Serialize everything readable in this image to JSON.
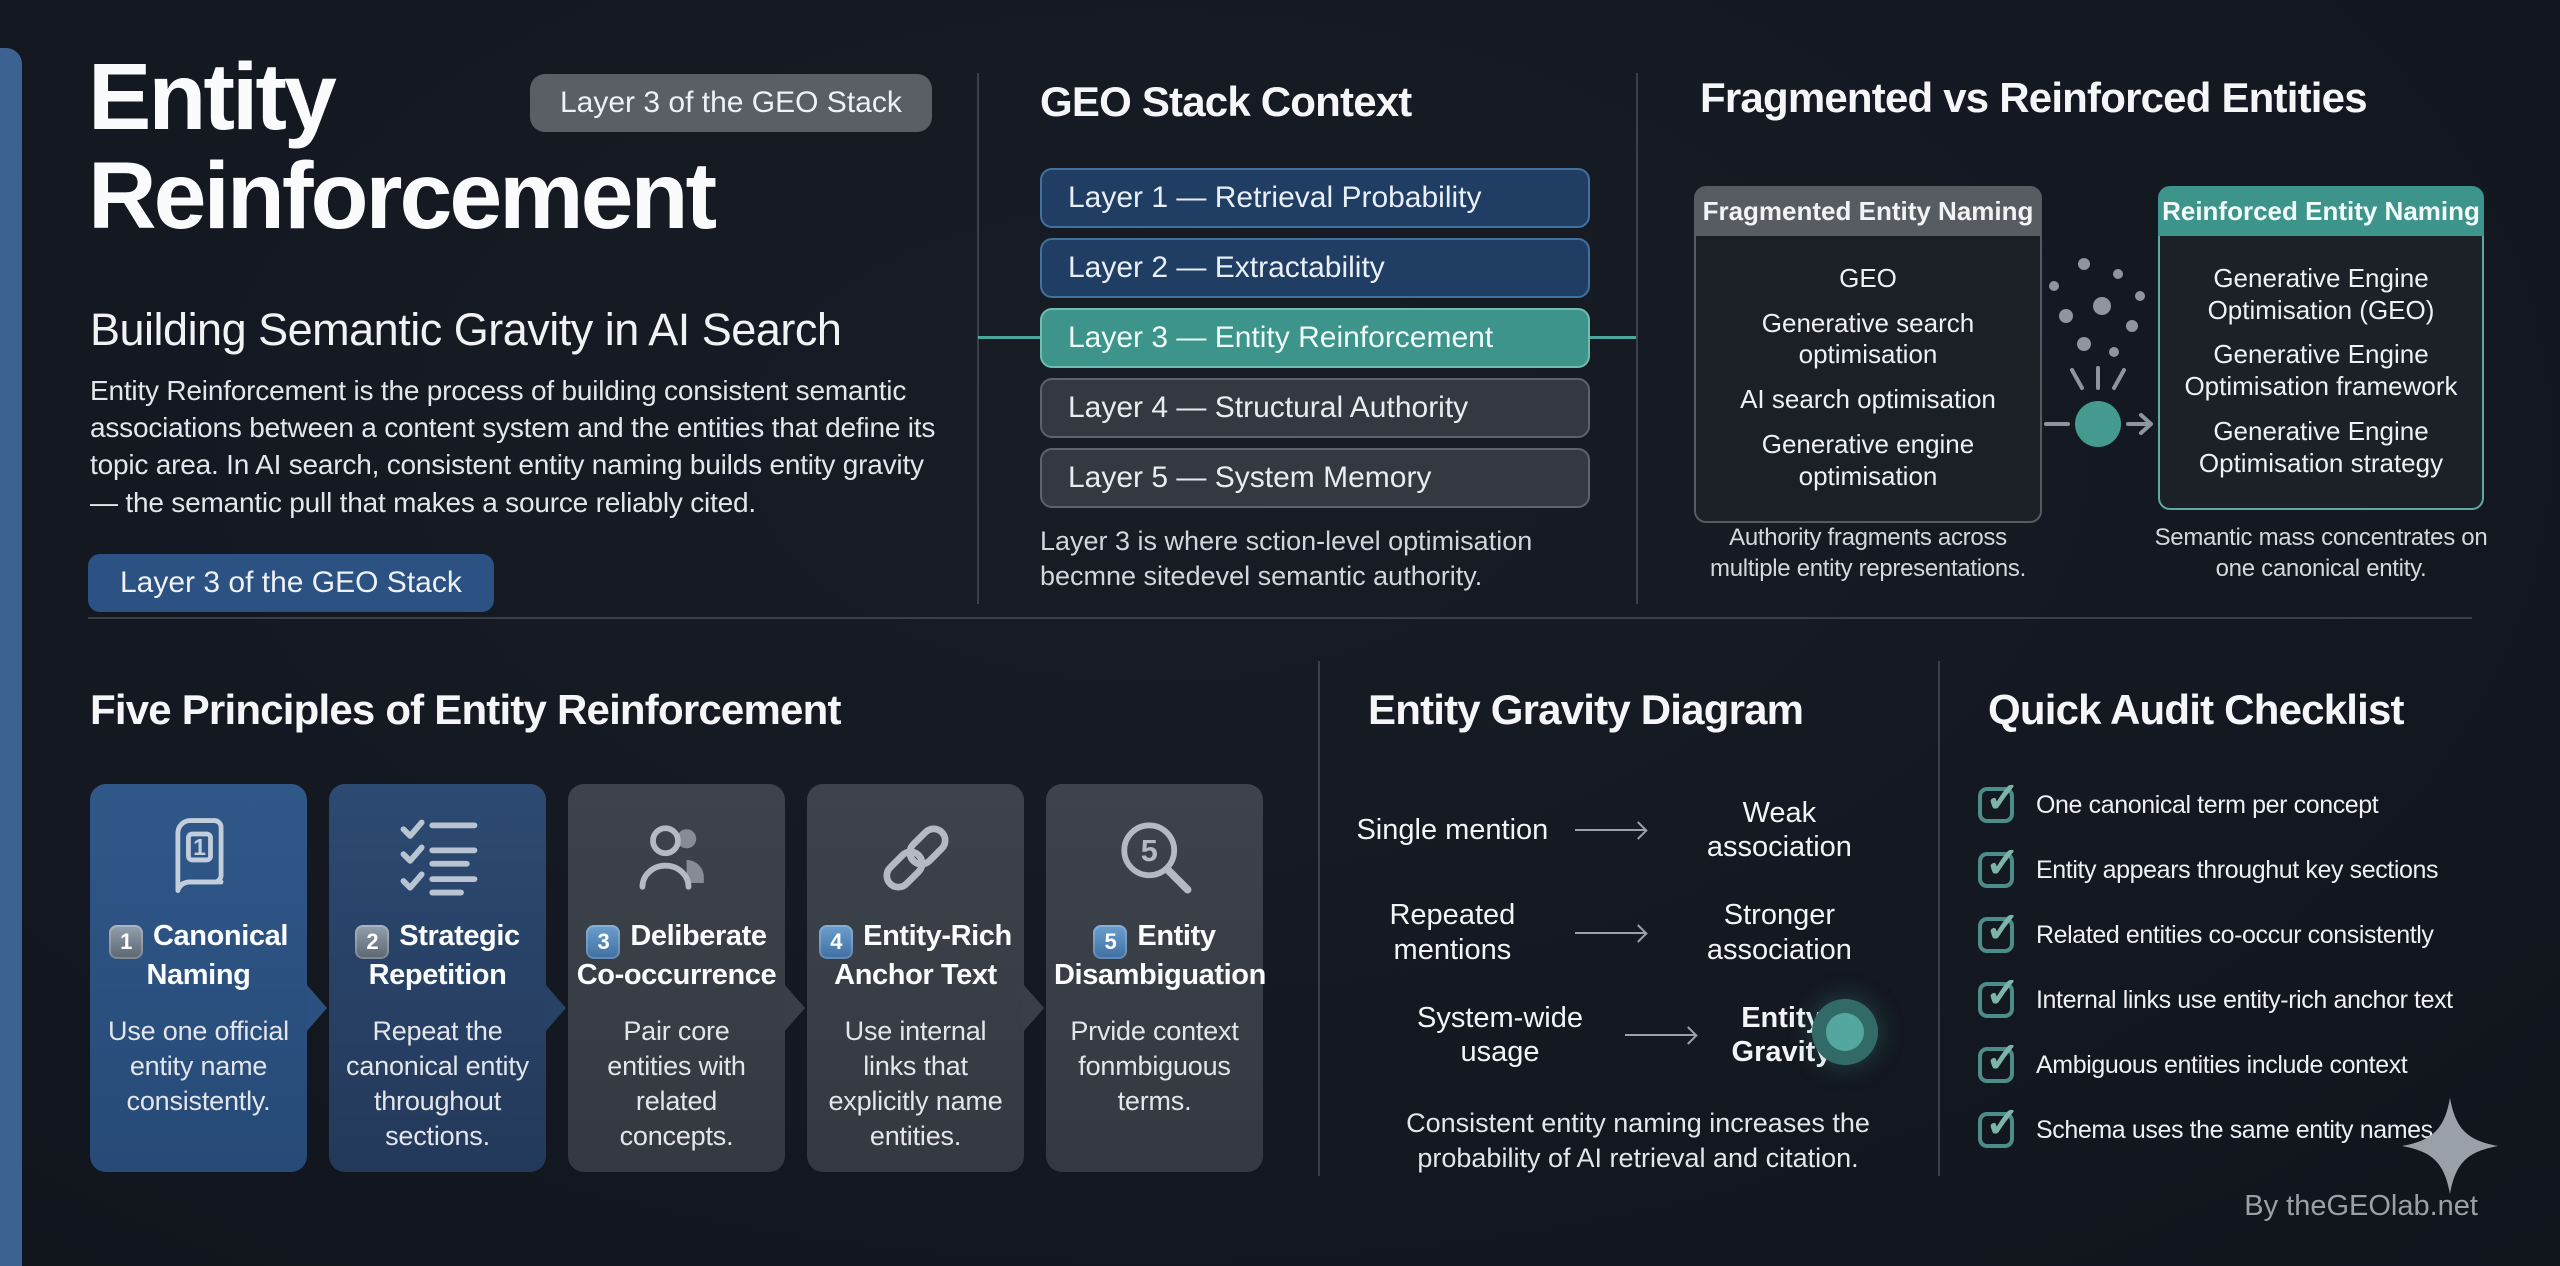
{
  "colors": {
    "background": "#141821",
    "accent_teal": "#3d948b",
    "accent_blue": "#2d5586",
    "panel_grey": "#575c63",
    "accent_bar_blue": "#3c6292"
  },
  "header": {
    "title_line1": "Entity",
    "title_line2": "Reinforcement",
    "subtitle": "Building Semantic Gravity in AI Search",
    "top_badge": "Layer 3 of the GEO Stack",
    "intro": "Entity Reinforcement is the process of building consistent semantic associations between a content system and the entities that define its topic area. In AI search, consistent entity naming builds entity gravity — the semantic pull that makes a source reliably cited.",
    "bottom_badge": "Layer 3 of the GEO Stack"
  },
  "stack": {
    "heading": "GEO Stack Context",
    "layers": [
      {
        "label": "Layer 1 — Retrieval Probability",
        "style": "blue"
      },
      {
        "label": "Layer 2 — Extractability",
        "style": "blue"
      },
      {
        "label": "Layer 3 — Entity Reinforcement",
        "style": "teal-highlighted"
      },
      {
        "label": "Layer 4 — Structural Authority",
        "style": "grey"
      },
      {
        "label": "Layer 5 — System Memory",
        "style": "grey"
      }
    ],
    "note": "Layer 3 is where sction-level optimisation becmne sitedevel semantic authority."
  },
  "entities": {
    "heading": "Fragmented vs Reinforced Entities",
    "fragmented": {
      "header": "Fragmented Entity Naming",
      "items": [
        "GEO",
        "Generative search optimisation",
        "AI search optimisation",
        "Generative engine optimisation"
      ],
      "caption": "Authority fragments across multiple entity representations."
    },
    "reinforced": {
      "header": "Reinforced Entity Naming",
      "items": [
        "Generative Engine Optimisation (GEO)",
        "Generative Engine Optimisation framework",
        "Generative Engine Optimisation strategy"
      ],
      "caption": "Semantic mass concentrates on one canonical entity."
    },
    "converge_icon": "dots-converge-arrow-icon"
  },
  "principles": {
    "heading": "Five Principles of Entity Reinforcement",
    "cards": [
      {
        "num": "1",
        "title": "Canonical Naming",
        "desc": "Use one official entity name consistently.",
        "icon": "book-icon"
      },
      {
        "num": "2",
        "title": "Strategic Repetition",
        "desc": "Repeat the canonical entity throughout sections.",
        "icon": "checklist-icon"
      },
      {
        "num": "3",
        "title": "Deliberate Co-occurrence",
        "desc": "Pair core entities with related concepts.",
        "icon": "people-icon"
      },
      {
        "num": "4",
        "title": "Entity-Rich Anchor Text",
        "desc": "Use internal links that explicitly name entities.",
        "icon": "chain-link-icon"
      },
      {
        "num": "5",
        "title": "Entity Disambiguation",
        "desc": "Prvide context fonmbiguous terms.",
        "icon": "magnifier-5-icon"
      }
    ]
  },
  "gravity": {
    "heading": "Entity Gravity Diagram",
    "rows": [
      {
        "left": "Single mention",
        "right": "Weak association"
      },
      {
        "left": "Repeated mentions",
        "right": "Stronger association"
      },
      {
        "left": "System-wide usage",
        "right": "Entity Gravity"
      }
    ],
    "circle_icon": "entity-gravity-circle",
    "caption": "Consistent entity naming increases the probability of AI retrieval and citation."
  },
  "checklist": {
    "heading": "Quick Audit Checklist",
    "check_glyph": "✓",
    "items": [
      "One canonical term per concept",
      "Entity appears throughut key sections",
      "Related entities co-occur consistently",
      "Internal links use entity-rich anchor text",
      "Ambiguous entities include context",
      "Schema uses the same entity names"
    ]
  },
  "footer": {
    "credit": "By theGEOlab.net",
    "sparkle_icon": "sparkle-icon"
  }
}
